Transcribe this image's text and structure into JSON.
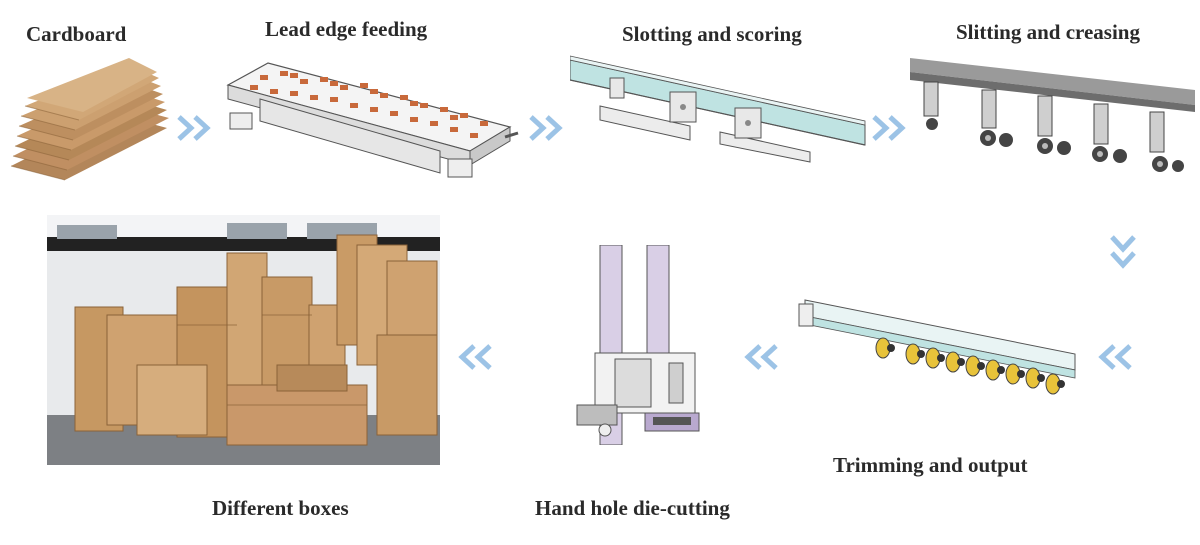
{
  "colors": {
    "arrow": "#9cc3e6",
    "cardboard": "#c99a6a",
    "cardboard_dark": "#a87a4e",
    "machine_gray": "#d7d9db",
    "machine_line": "#555555",
    "pad_orange": "#c8693b",
    "rail_teal": "#bfe3e2",
    "roller_yellow": "#e8c33a",
    "frame_purple": "#d9cfe6"
  },
  "steps": [
    {
      "id": "cardboard",
      "label": "Cardboard"
    },
    {
      "id": "lead-edge-feeding",
      "label": "Lead edge feeding"
    },
    {
      "id": "slotting-and-scoring",
      "label": "Slotting and scoring"
    },
    {
      "id": "slitting-and-creasing",
      "label": "Slitting and creasing"
    },
    {
      "id": "trimming-and-output",
      "label": "Trimming and output"
    },
    {
      "id": "hand-hole-die-cutting",
      "label": "Hand hole die-cutting"
    },
    {
      "id": "different-boxes",
      "label": "Different boxes"
    }
  ],
  "arrows": [
    {
      "id": "arrow-1",
      "direction": "right"
    },
    {
      "id": "arrow-2",
      "direction": "right"
    },
    {
      "id": "arrow-3",
      "direction": "right"
    },
    {
      "id": "arrow-4",
      "direction": "down"
    },
    {
      "id": "arrow-5",
      "direction": "left"
    },
    {
      "id": "arrow-6",
      "direction": "left"
    },
    {
      "id": "arrow-7",
      "direction": "left"
    }
  ]
}
